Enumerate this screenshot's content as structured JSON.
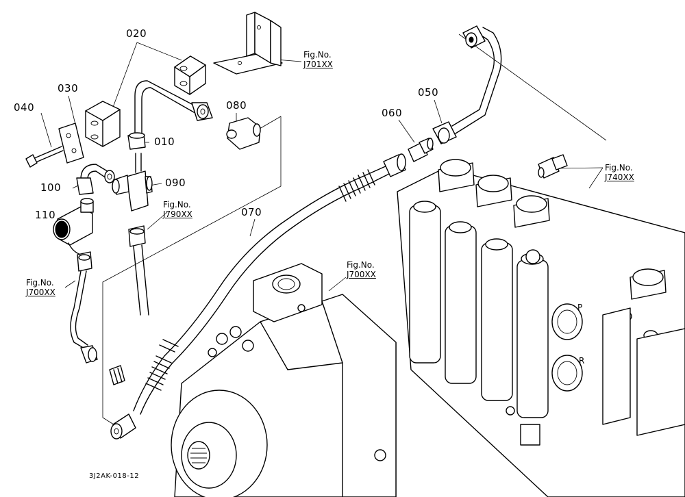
{
  "parts": [
    {
      "id": "010",
      "label": "010"
    },
    {
      "id": "020",
      "label": "020"
    },
    {
      "id": "030",
      "label": "030"
    },
    {
      "id": "040",
      "label": "040"
    },
    {
      "id": "050",
      "label": "050"
    },
    {
      "id": "060",
      "label": "060"
    },
    {
      "id": "070",
      "label": "070"
    },
    {
      "id": "080",
      "label": "080"
    },
    {
      "id": "090",
      "label": "090"
    },
    {
      "id": "100",
      "label": "100"
    },
    {
      "id": "110",
      "label": "110"
    }
  ],
  "figure_refs": [
    {
      "prefix": "Fig.No.",
      "code": "J701XX"
    },
    {
      "prefix": "Fig.No.",
      "code": "J790XX"
    },
    {
      "prefix": "Fig.No.",
      "code": "J700XX"
    },
    {
      "prefix": "Fig.No.",
      "code": "J740XX"
    },
    {
      "prefix": "Fig.No.",
      "code": "J700XX"
    }
  ],
  "valve_port_labels": {
    "p": "P",
    "r": "R"
  },
  "drawing_id": "3J2AK-018-12"
}
